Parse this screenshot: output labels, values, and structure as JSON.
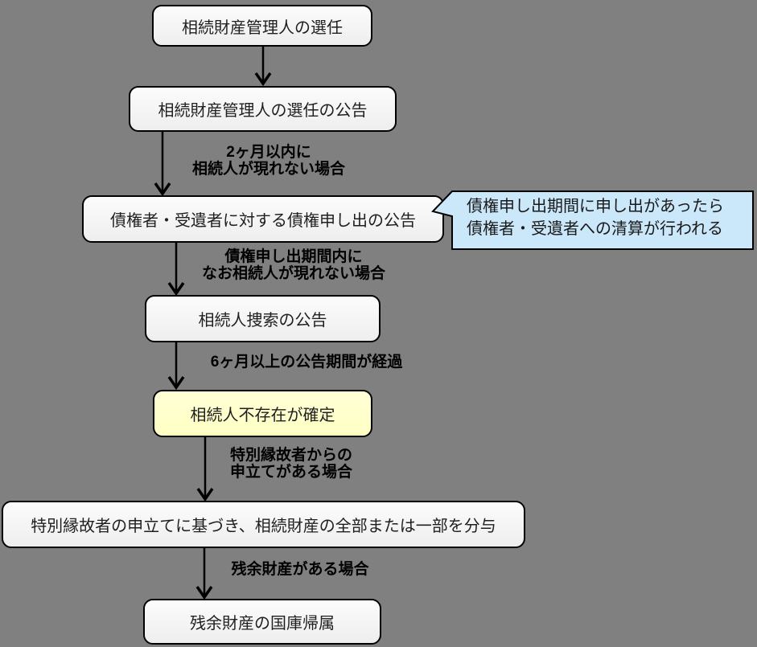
{
  "diagram": {
    "type": "flowchart",
    "background_color": "#808080",
    "nodes": [
      {
        "id": "appoint-administrator",
        "label": "相続財産管理人の選任"
      },
      {
        "id": "appointment-notice",
        "label": "相続財産管理人の選任の公告"
      },
      {
        "id": "creditor-claim-notice",
        "label": "債権者・受遺者に対する債権申し出の公告"
      },
      {
        "id": "heir-search-notice",
        "label": "相続人捜索の公告"
      },
      {
        "id": "no-heir-confirmed",
        "label": "相続人不存在が確定",
        "highlight": true
      },
      {
        "id": "special-contributor-distribution",
        "label": "特別縁故者の申立てに基づき、相続財産の全部または一部を分与"
      },
      {
        "id": "treasury-reversion",
        "label": "残余財産の国庫帰属"
      }
    ],
    "edge_labels": [
      {
        "lines": [
          "2ヶ月以内に",
          "相続人が現れない場合"
        ]
      },
      {
        "lines": [
          "債権申し出期間内に",
          "なお相続人が現れない場合"
        ]
      },
      {
        "lines": [
          "6ヶ月以上の公告期間が経過"
        ]
      },
      {
        "lines": [
          "特別縁故者からの",
          "申立てがある場合"
        ]
      },
      {
        "lines": [
          "残余財産がある場合"
        ]
      }
    ],
    "callout": {
      "lines": [
        "債権申し出期間に申し出があったら",
        "債権者・受遺者への清算が行われる"
      ],
      "fill": "#CBE7FA"
    },
    "colors": {
      "background": "#808080",
      "node_fill": "#F4F4F4",
      "highlight_fill": "#FFFFCC",
      "callout_fill": "#CBE7FA",
      "border": "#000000",
      "arrow": "#000000"
    }
  }
}
